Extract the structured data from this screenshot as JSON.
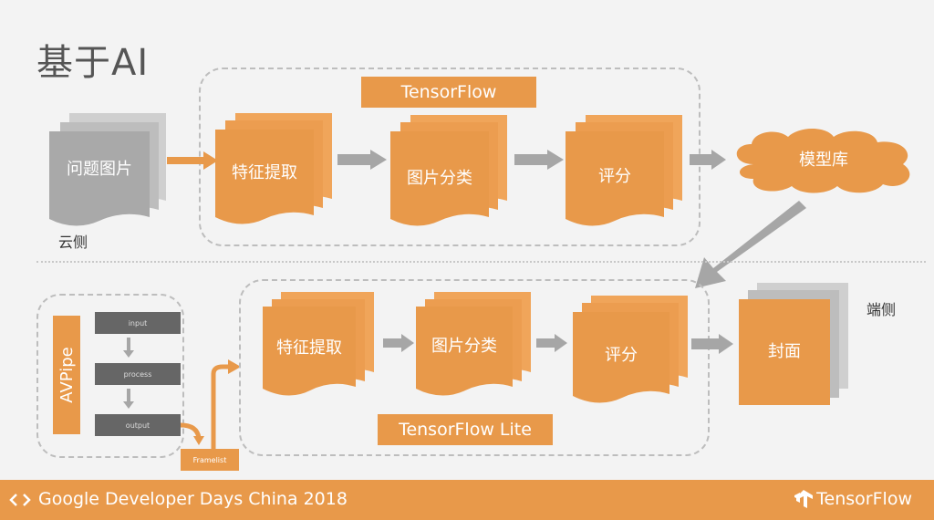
{
  "slide": {
    "title": "基于AI",
    "cloud_section_label": "云侧",
    "device_section_label": "端侧",
    "tensorflow_banner": "TensorFlow",
    "tensorflow_lite_banner": "TensorFlow Lite"
  },
  "cloud_flow": {
    "input": "问题图片",
    "steps": [
      "特征提取",
      "图片分类",
      "评分"
    ],
    "output": "模型库"
  },
  "device_flow": {
    "steps": [
      "特征提取",
      "图片分类",
      "评分"
    ],
    "output": "封面"
  },
  "avpipe": {
    "label": "AVPipe",
    "steps": [
      "input",
      "process",
      "output"
    ],
    "frame_label": "Framelist"
  },
  "footer": {
    "event": "Google Developer Days China 2018",
    "brand": "TensorFlow"
  },
  "colors": {
    "orange": "#e8994a",
    "grey_doc": "#a9a9a9",
    "arrow_grey": "#a6a6a6"
  }
}
